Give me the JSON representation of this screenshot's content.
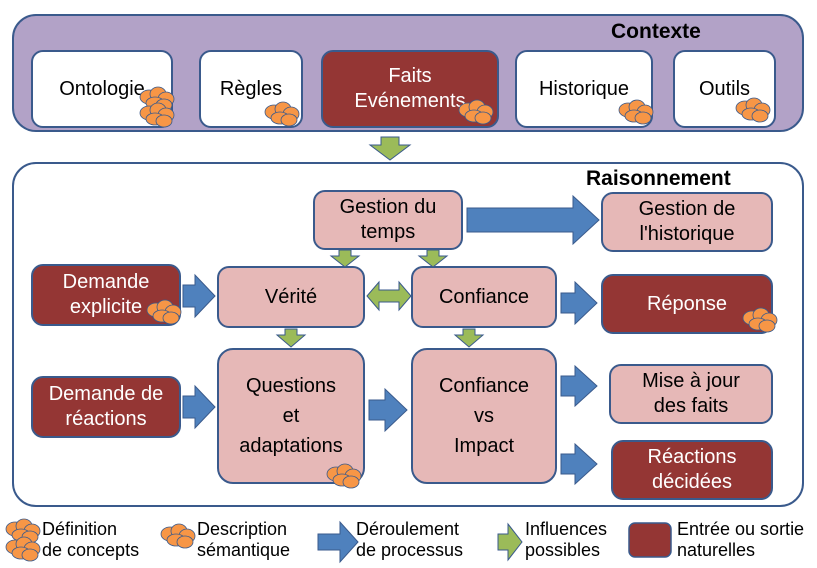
{
  "contexte": {
    "title": "Contexte",
    "items": [
      "Ontologie",
      "Règles",
      "Faits\nEvénements",
      "Historique",
      "Outils"
    ]
  },
  "raisonnement": {
    "title": "Raisonnement",
    "gestion_temps": "Gestion du\ntemps",
    "gestion_historique": "Gestion de\nl'historique",
    "demande_explicite": "Demande\nexplicite",
    "verite": "Vérité",
    "confiance": "Confiance",
    "reponse": "Réponse",
    "demande_reactions": "Demande de\nréactions",
    "questions": "Questions\net\nadaptations",
    "confiance_impact": "Confiance\nvs\nImpact",
    "mise_a_jour": "Mise à jour\ndes faits",
    "reactions_decidees": "Réactions\ndécidées"
  },
  "legend": {
    "definition": "Définition\nde concepts",
    "description": "Description\nsémantique",
    "deroulement": "Déroulement\nde processus",
    "influences": "Influences\npossibles",
    "entree": "Entrée ou sortie\nnaturelles"
  },
  "colors": {
    "panel_context": "#b2a2c7",
    "pink": "#e6b8b7",
    "dark": "#943634",
    "blue_arrow": "#4f81bd",
    "green_arrow": "#9bbb59",
    "cloud": "#f79646"
  }
}
